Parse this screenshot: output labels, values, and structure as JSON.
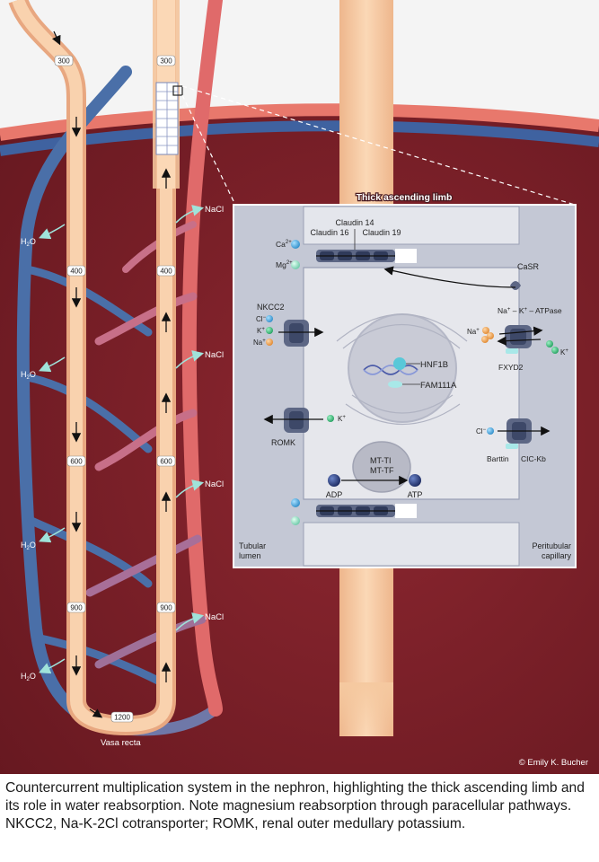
{
  "diagram": {
    "limb_values": {
      "descending_300": "300",
      "ascending_300": "300",
      "descending_400": "400",
      "ascending_400": "400",
      "descending_600": "600",
      "ascending_600": "600",
      "descending_900": "900",
      "ascending_900": "900",
      "bottom_1200": "1200"
    },
    "h2o_label": "H",
    "h2o_sub": "2",
    "h2o_suffix": "O",
    "nacl_label": "NaCl",
    "vasa_recta": "Vasa recta",
    "credit": "© Emily K. Bucher"
  },
  "inset": {
    "title": "Thick ascending limb",
    "claudin14": "Claudin 14",
    "claudin16": "Claudin 16",
    "claudin19": "Claudin 19",
    "ca": "Ca",
    "ca_sup": "2+",
    "mg": "Mg",
    "mg_sup": "2+",
    "casr": "CaSR",
    "nkcc2": "NKCC2",
    "cl": "Cl",
    "minus": "−",
    "k": "K",
    "na": "Na",
    "plus": "+",
    "atpase_na": "Na",
    "atpase_k": "K",
    "atpase_suffix": " – ATPase",
    "atpase_dash": " – ",
    "hnf1b": "HNF1B",
    "fam111a": "FAM111A",
    "fxyd2": "FXYD2",
    "romk": "ROMK",
    "barttin": "Barttin",
    "clckb": "CIC-Kb",
    "mtti": "MT-TI",
    "mttf": "MT-TF",
    "adp": "ADP",
    "atp": "ATP",
    "tubular_lumen_1": "Tubular",
    "tubular_lumen_2": "lumen",
    "peritubular_1": "Peritubular",
    "peritubular_2": "capillary"
  },
  "caption": "Countercurrent multiplication system in the nephron, highlighting the thick ascending limb and its role in water reabsorption. Note magnesium reabsorption through paracellular pathways. NKCC2, Na-K-2Cl cotransporter; ROMK, renal outer medullary potassium.",
  "colors": {
    "medulla": "#7d1f26",
    "cortex": "#f4f4f4",
    "tubule": "#f5c9a0",
    "vessel_blue": "#4a6fa8",
    "vessel_red": "#e06a6a",
    "inset_bg": "#c8ccd8",
    "cell": "#e6e7ec",
    "channel": "#5d6785",
    "na_ion": "#f0a050",
    "k_ion": "#3dbb7a",
    "cl_ion": "#3aa0d8",
    "mg_ion": "#7fd6b8"
  }
}
